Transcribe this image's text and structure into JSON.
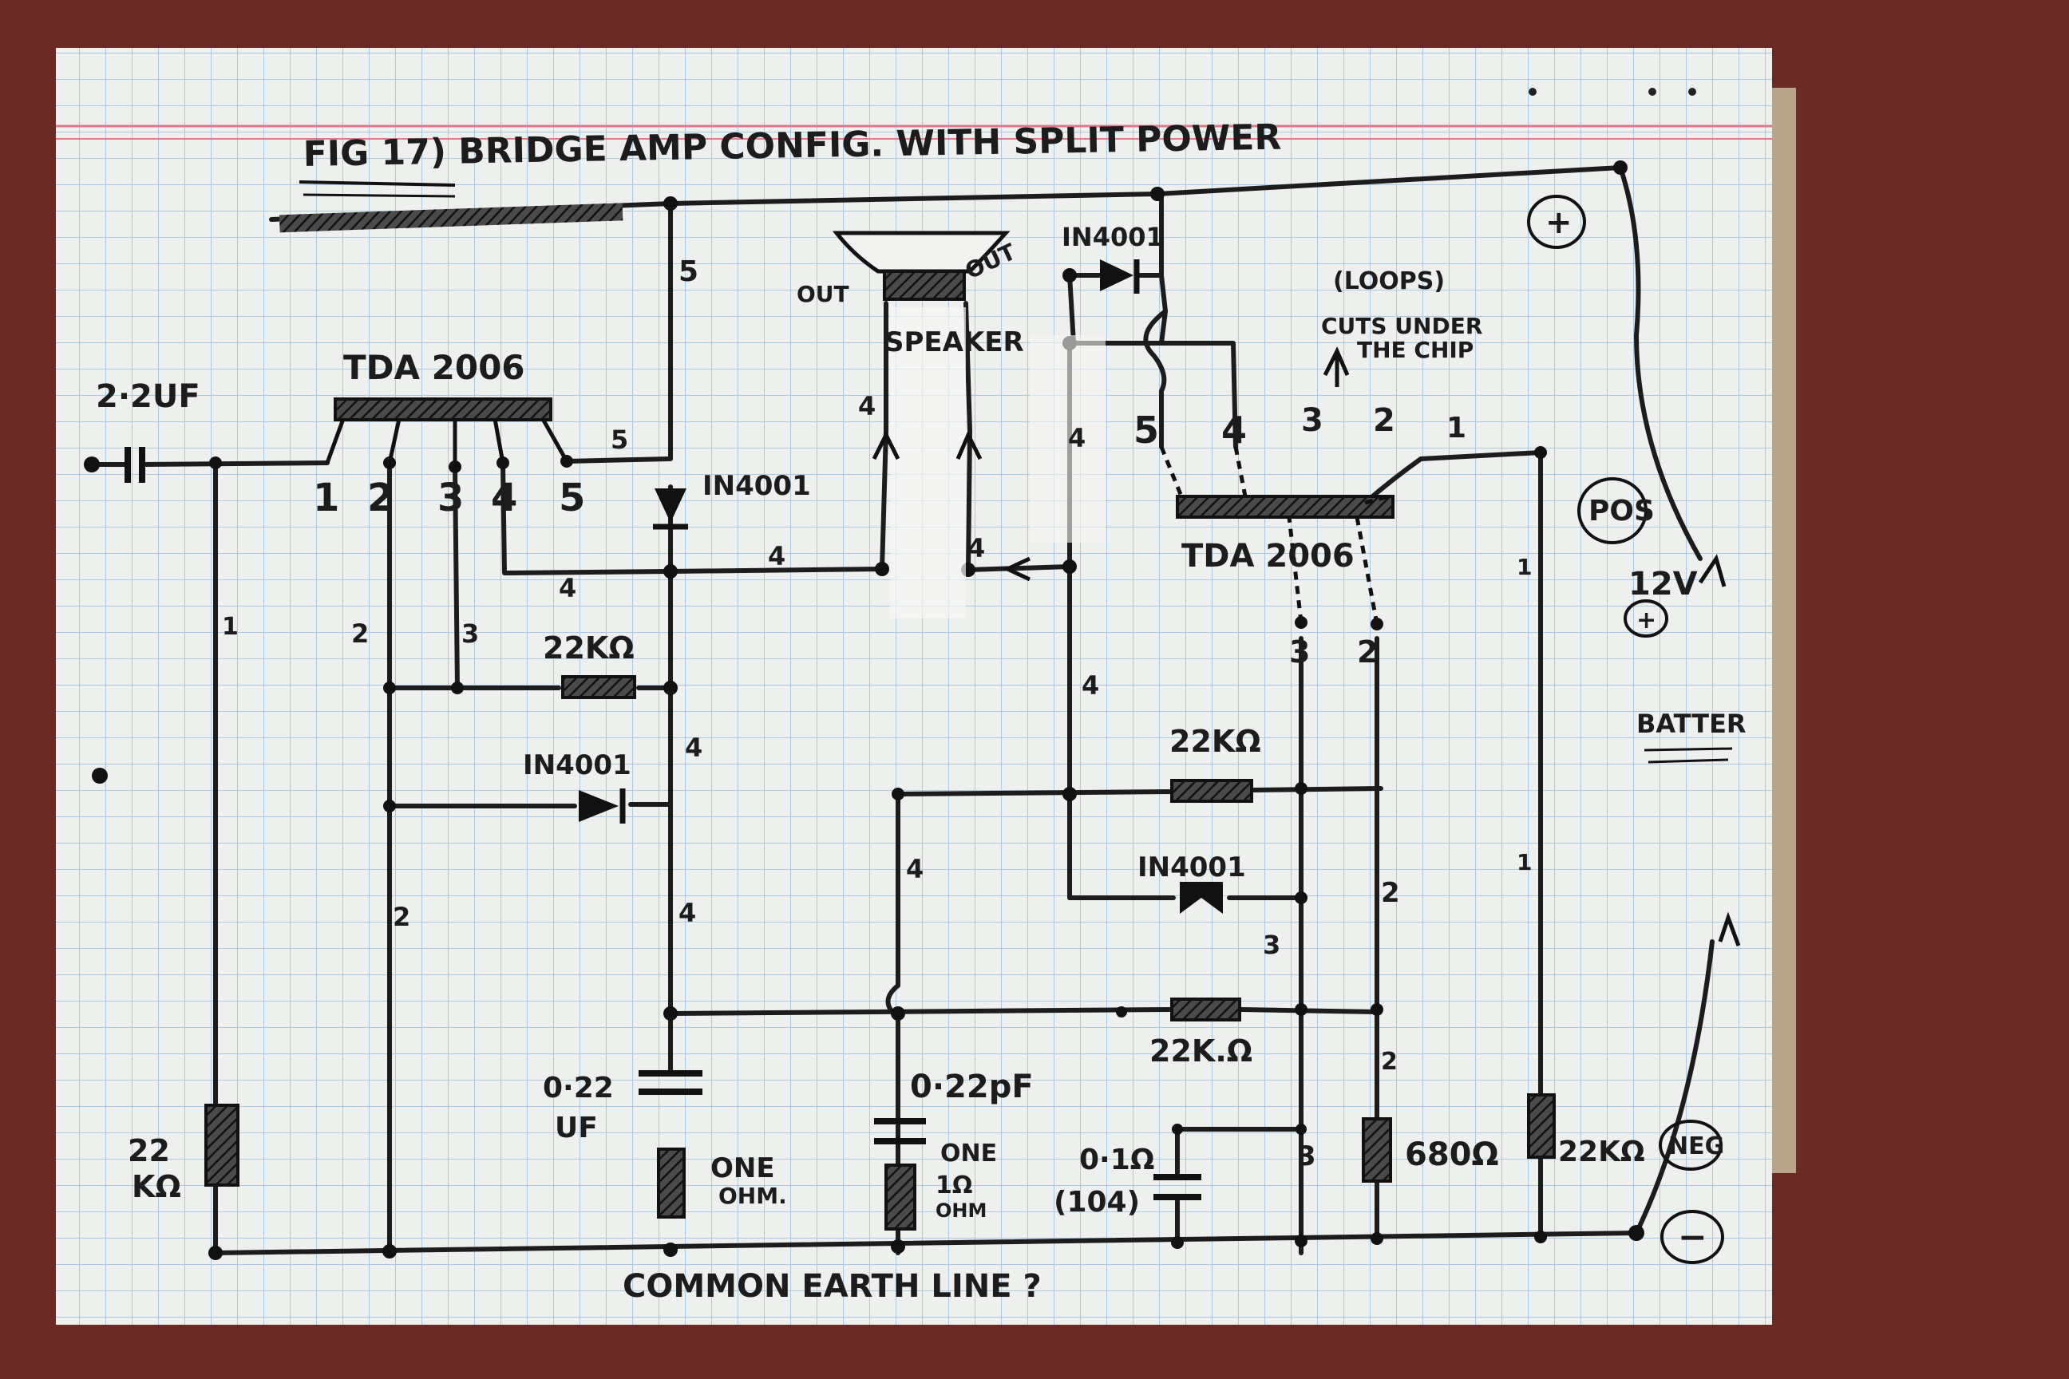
{
  "title": "FIG 17) BRIDGE AMP CONFIG. WITH SPLIT POWER",
  "chip_left": "TDA 2006",
  "chip_right": "TDA 2006",
  "speaker": "SPEAKER",
  "out_left": "OUT",
  "out_right": "OUT",
  "cap_input": "2·2UF",
  "diode_label": "IN4001",
  "res_22k": "22KΩ",
  "res_22k_left_a": "22",
  "res_22k_left_b": "KΩ",
  "res_22k_bottom": "22K.Ω",
  "cap_022_left_a": "0·22",
  "cap_022_left_b": "UF",
  "cap_022_mid": "0·22pF",
  "res_one_left_a": "ONE",
  "res_one_left_b": "OHM.",
  "res_one_mid_a": "ONE",
  "res_one_mid_b": "1Ω",
  "res_one_mid_c": "OHM",
  "cap_01_a": "0·1Ω",
  "cap_01_b": "(104)",
  "res_680": "680Ω",
  "res_22k_right": "22KΩ",
  "loops_a": "(LOOPS)",
  "loops_b": "CUTS UNDER",
  "loops_c": "THE CHIP",
  "pos": "POS",
  "plus": "+",
  "minus": "−",
  "volt": "12V",
  "battery": "BATTER",
  "neg": "NEG",
  "earth": "COMMON EARTH LINE ?",
  "pins": [
    "1",
    "2",
    "3",
    "4",
    "5"
  ],
  "colors": {
    "paper": "#eef0ee",
    "grid": "#9fc3e0",
    "ink": "#1c1c1c",
    "surface": "#6e2c26",
    "margin_line": "#e07a8a"
  }
}
